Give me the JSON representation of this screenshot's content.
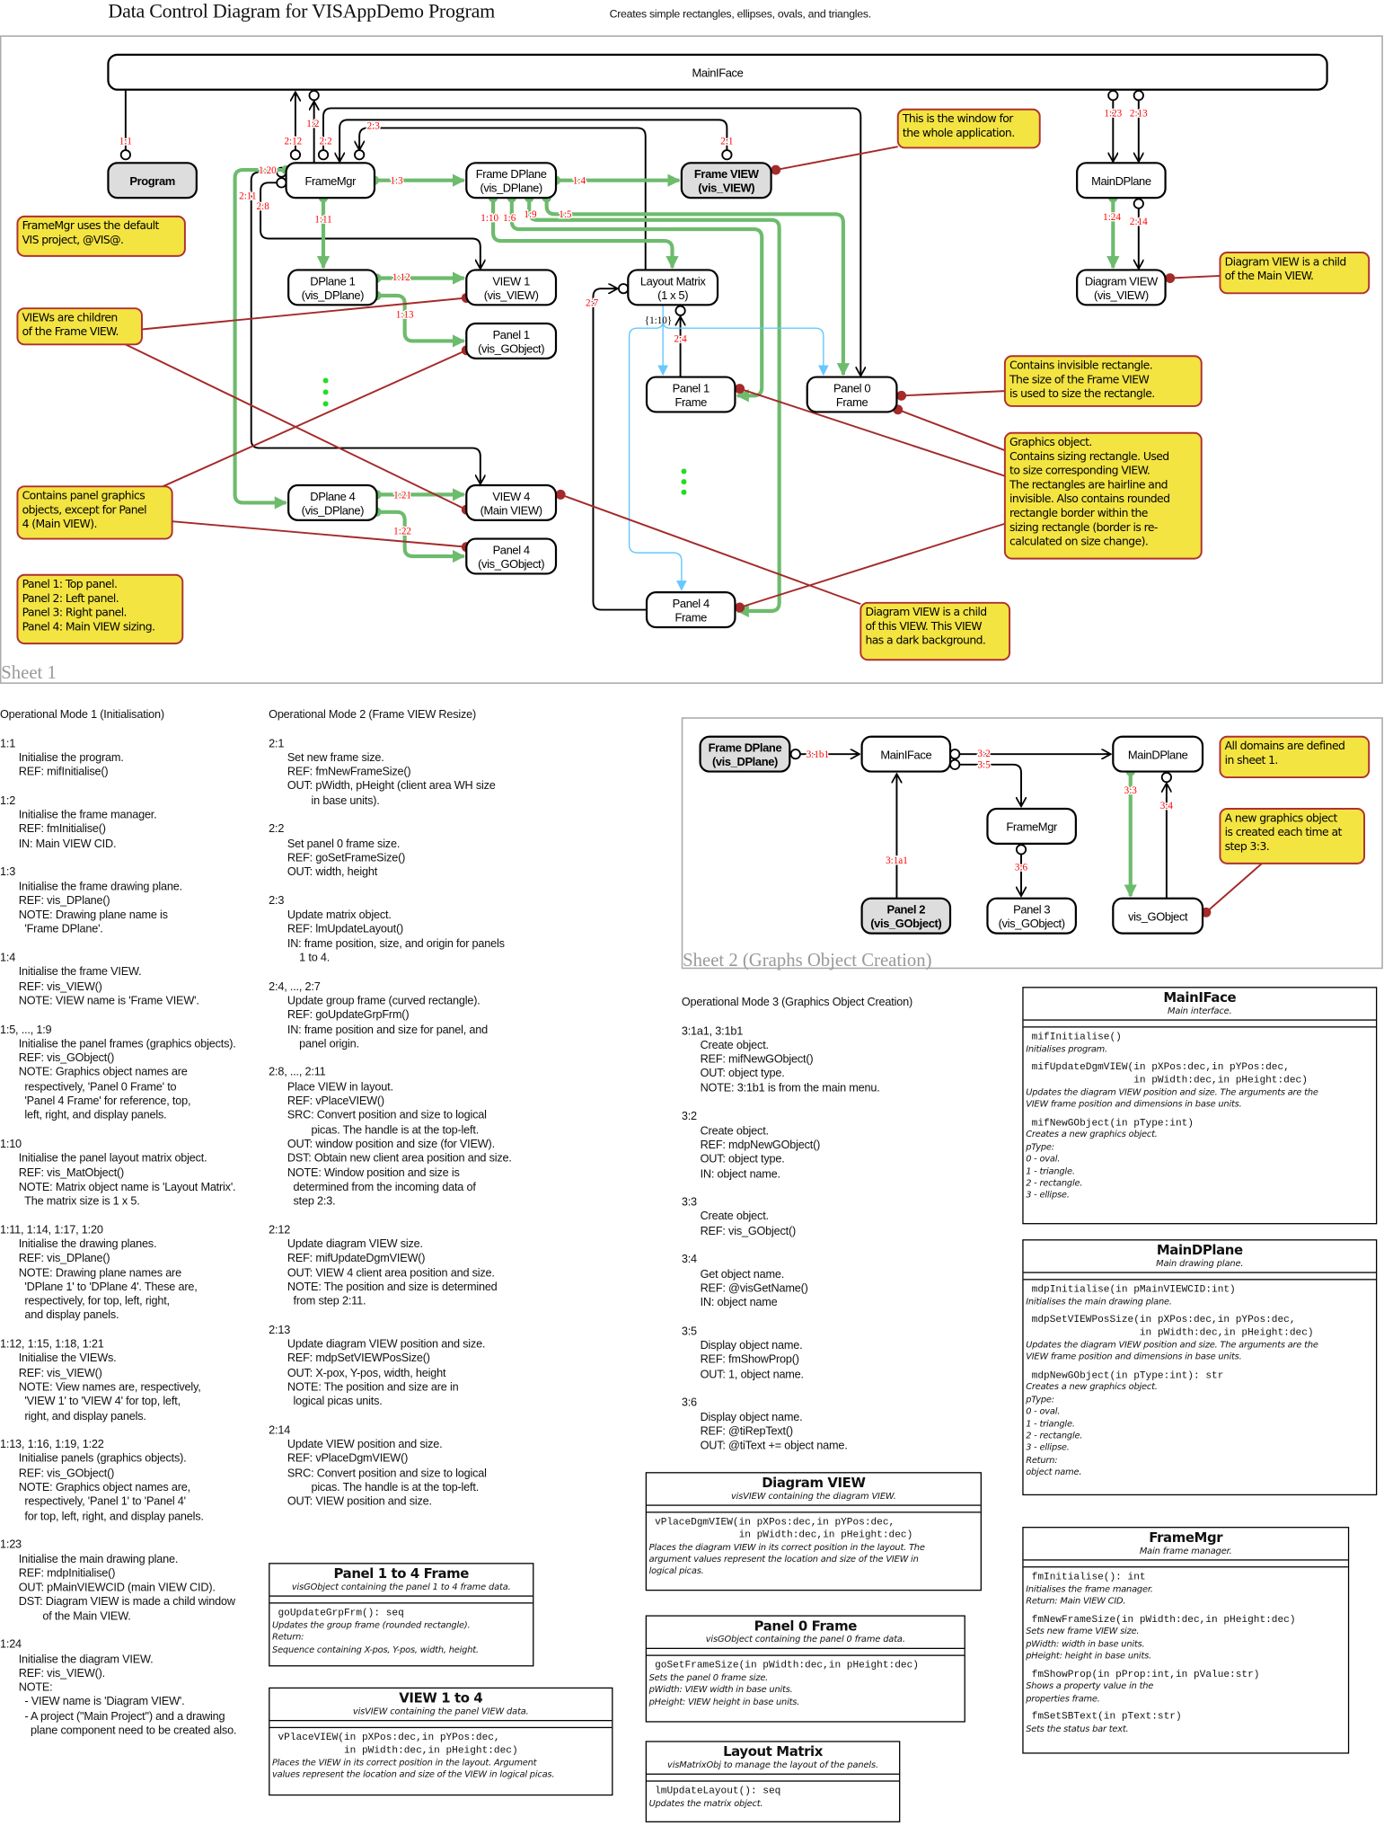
{
  "title": "Data Control Diagram for VISAppDemo Program",
  "subtitle": "Creates simple rectangles, ellipses, ovals, and triangles.",
  "colors": {
    "flow_green": "#6dbb6d",
    "note_fill": "#f3e442",
    "note_border": "#b03030",
    "link_red": "#a52a2a",
    "step_red": "#ff0000",
    "layout_blue": "#66c8ff",
    "node_gray": "#dddddd"
  },
  "sheet1": {
    "label": "Sheet 1",
    "nodes": {
      "mainiface": [
        "MainIFace"
      ],
      "program": [
        "Program"
      ],
      "framemgr": [
        "FrameMgr"
      ],
      "framedplane": [
        "Frame DPlane",
        "(vis_DPlane)"
      ],
      "frameview": [
        "Frame VIEW",
        "(vis_VIEW)"
      ],
      "maindplane": [
        "MainDPlane"
      ],
      "dplane1": [
        "DPlane 1",
        "(vis_DPlane)"
      ],
      "view1": [
        "VIEW 1",
        "(vis_VIEW)"
      ],
      "layoutmatrix": [
        "Layout Matrix",
        "(1 x 5)"
      ],
      "diagramview": [
        "Diagram VIEW",
        "(vis_VIEW)"
      ],
      "panel1": [
        "Panel 1",
        "(vis_GObject)"
      ],
      "panel1frame": [
        "Panel 1",
        "Frame"
      ],
      "panel0frame": [
        "Panel 0",
        "Frame"
      ],
      "dplane4": [
        "DPlane 4",
        "(vis_DPlane)"
      ],
      "view4": [
        "VIEW 4",
        "(Main VIEW)"
      ],
      "panel4": [
        "Panel 4",
        "(vis_GObject)"
      ],
      "panel4frame": [
        "Panel 4",
        "Frame"
      ]
    },
    "notes": {
      "window": [
        "This is the window for",
        "the whole application."
      ],
      "framemgr": [
        "FrameMgr uses the default",
        "VIS project, @VIS@."
      ],
      "views": [
        "VIEWs are children",
        "of the Frame VIEW."
      ],
      "diagramchild": [
        "Diagram VIEW is a child",
        "of the Main VIEW."
      ],
      "invisible": [
        "Contains invisible rectangle.",
        "The size of the Frame VIEW",
        "is used to size the rectangle."
      ],
      "graphics": [
        "Graphics object.",
        "Contains sizing rectangle. Used",
        "to size corresponding VIEW.",
        "The rectangles are hairline and",
        "invisible.  Also contains rounded",
        "rectangle border within the",
        "sizing rectangle (border is re-",
        "calculated on size change)."
      ],
      "panelobjs": [
        "Contains panel graphics",
        "objects, except for Panel",
        "4 (Main VIEW)."
      ],
      "panels": [
        "Panel 1: Top panel.",
        "Panel 2: Left panel.",
        "Panel 3: Right panel.",
        "Panel 4: Main VIEW sizing."
      ],
      "darkbg": [
        "Diagram VIEW is a child",
        "of this VIEW. This VIEW",
        "has a dark background."
      ]
    },
    "steps": {
      "s1_1": "1:1",
      "s2_12": "2:12",
      "s1_2": "1:2",
      "s2_2": "2:2",
      "s2_3": "2:3",
      "s2_1": "2:1",
      "s1_20": "1:20",
      "s2_11": "2:11",
      "s2_8": "2:8",
      "s1_3": "1:3",
      "s1_4": "1:4",
      "s1_11": "1:11",
      "s1_10": "1:10",
      "s1_6": "1:6",
      "s1_9": "1:9",
      "s1_5": "1:5",
      "s1_12": "1:12",
      "s1_13": "1:13",
      "s2_7": "2:7",
      "s2_4": "2:4",
      "s1_21": "1:21",
      "s1_22": "1:22",
      "s1_23": "1:23",
      "s2_13": "2:13",
      "s1_24": "1:24",
      "s2_14": "2:14"
    },
    "brace_label": "{1:10}"
  },
  "sheet2": {
    "label": "Sheet 2 (Graphs Object Creation)",
    "nodes": {
      "s2_framedplane": [
        "Frame DPlane",
        "(vis_DPlane)"
      ],
      "s2_mainiface": [
        "MainIFace"
      ],
      "s2_maindplane": [
        "MainDPlane"
      ],
      "s2_framemgr": [
        "FrameMgr"
      ],
      "s2_panel2": [
        "Panel 2",
        "(vis_GObject)"
      ],
      "s2_panel3": [
        "Panel 3",
        "(vis_GObject)"
      ],
      "s2_visgobject": [
        "vis_GObject"
      ]
    },
    "notes": {
      "domains": [
        "All domains are defined",
        "in sheet 1."
      ],
      "newobj": [
        "A new graphics object",
        "is created each time at",
        "step 3:3."
      ]
    },
    "steps": {
      "s3_1b1": "3:1b1",
      "s3_2": "3:2",
      "s3_5": "3:5",
      "s3_1a1": "3:1a1",
      "s3_6": "3:6",
      "s3_3": "3:3",
      "s3_4": "3:4"
    }
  },
  "modes": [
    {
      "header": "Operational Mode 1 (Initialisation)",
      "sections": [
        {
          "step": "1:1",
          "lines": [
            "Initialise the program.",
            "REF: mifInitialise()"
          ]
        },
        {
          "step": "1:2",
          "lines": [
            "Initialise the frame manager.",
            "REF: fmInitialise()",
            "IN: Main VIEW CID."
          ]
        },
        {
          "step": "1:3",
          "lines": [
            "Initialise the frame drawing plane.",
            "REF: vis_DPlane()",
            "NOTE: Drawing plane name is",
            "  'Frame DPlane'."
          ]
        },
        {
          "step": "1:4",
          "lines": [
            "Initialise the frame VIEW.",
            "REF: vis_VIEW()",
            "NOTE: VIEW name is 'Frame VIEW'."
          ]
        },
        {
          "step": "1:5, ..., 1:9",
          "lines": [
            "Initialise the panel frames (graphics objects).",
            "REF: vis_GObject()",
            "NOTE: Graphics object names are",
            "  respectively, 'Panel 0 Frame' to",
            "  'Panel 4 Frame' for reference, top,",
            "  left, right, and display panels."
          ]
        },
        {
          "step": "1:10",
          "lines": [
            "Initialise the panel layout matrix object.",
            "REF: vis_MatObject()",
            "NOTE: Matrix object name is 'Layout Matrix'.",
            "  The matrix size is 1 x 5."
          ]
        },
        {
          "step": "1:11, 1:14, 1:17, 1:20",
          "lines": [
            "Initialise the drawing planes.",
            "REF: vis_DPlane()",
            "NOTE: Drawing plane names are",
            "  'DPlane 1' to 'DPlane 4'. These are,",
            "  respectively, for top, left, right,",
            "  and display panels."
          ]
        },
        {
          "step": "1:12, 1:15, 1:18, 1:21",
          "lines": [
            "Initialise the VIEWs.",
            "REF: vis_VIEW()",
            "NOTE: View names are, respectively,",
            "  'VIEW 1' to 'VIEW 4' for top, left,",
            "  right, and display panels."
          ]
        },
        {
          "step": "1:13, 1:16, 1:19, 1:22",
          "lines": [
            "Initialise panels (graphics objects).",
            "REF: vis_GObject()",
            "NOTE: Graphics object names are,",
            "  respectively, 'Panel 1' to 'Panel 4'",
            "  for top, left, right, and display panels."
          ]
        },
        {
          "step": "1:23",
          "lines": [
            "Initialise the main drawing plane.",
            "REF: mdpInitialise()",
            "OUT: pMainVIEWCID (main VIEW CID).",
            "DST: Diagram VIEW is made a child window",
            "        of the Main VIEW."
          ]
        },
        {
          "step": "1:24",
          "lines": [
            "Initialise the diagram VIEW.",
            "REF: vis_VIEW().",
            "NOTE:",
            "  - VIEW name is 'Diagram VIEW'.",
            "  - A project (\"Main Project\") and a drawing",
            "    plane component need to be created also."
          ]
        }
      ]
    },
    {
      "header": "Operational Mode 2 (Frame VIEW Resize)",
      "sections": [
        {
          "step": "2:1",
          "lines": [
            "Set new frame size.",
            "REF: fmNewFrameSize()",
            "OUT: pWidth, pHeight (client area WH size",
            "        in base units)."
          ]
        },
        {
          "step": "2:2",
          "lines": [
            "Set panel 0 frame size.",
            "REF: goSetFrameSize()",
            "OUT: width, height"
          ]
        },
        {
          "step": "2:3",
          "lines": [
            "Update matrix object.",
            "REF: lmUpdateLayout()",
            "IN: frame position, size, and origin for panels",
            "    1 to 4."
          ]
        },
        {
          "step": "2:4, ..., 2:7",
          "lines": [
            "Update group frame (curved rectangle).",
            "REF: goUpdateGrpFrm()",
            "IN: frame position and size for panel, and",
            "    panel origin."
          ]
        },
        {
          "step": "2:8, ..., 2:11",
          "lines": [
            "Place VIEW in layout.",
            "REF: vPlaceVIEW()",
            "SRC: Convert position and size to logical",
            "        picas. The handle is at the top-left.",
            "OUT: window position and size (for VIEW).",
            "DST: Obtain new client area position and size.",
            "NOTE: Window position and size is",
            "  determined from the incoming data of",
            "  step 2:3."
          ]
        },
        {
          "step": "2:12",
          "lines": [
            "Update diagram VIEW size.",
            "REF: mifUpdateDgmVIEW()",
            "OUT: VIEW 4 client area position and size.",
            "NOTE: The position and size is determined",
            "  from step 2:11."
          ]
        },
        {
          "step": "2:13",
          "lines": [
            "Update diagram VIEW position and size.",
            "REF: mdpSetVIEWPosSize()",
            "OUT: X-pox, Y-pos, width, height",
            "NOTE: The position and size are in",
            "  logical picas units."
          ]
        },
        {
          "step": "2:14",
          "lines": [
            "Update VIEW position and size.",
            "REF: vPlaceDgmVIEW()",
            "SRC: Convert position and size to logical",
            "        picas. The handle is at the top-left.",
            "OUT: VIEW position and size."
          ]
        }
      ]
    },
    {
      "header": "Operational Mode 3 (Graphics Object Creation)",
      "sections": [
        {
          "step": "3:1a1, 3:1b1",
          "lines": [
            "Create object.",
            "REF: mifNewGObject()",
            "OUT: object type.",
            "NOTE: 3:1b1 is from the main menu."
          ]
        },
        {
          "step": "3:2",
          "lines": [
            "Create object.",
            "REF: mdpNewGObject()",
            "OUT: object type.",
            "IN: object name."
          ]
        },
        {
          "step": "3:3",
          "lines": [
            "Create object.",
            "REF: vis_GObject()"
          ]
        },
        {
          "step": "3:4",
          "lines": [
            "Get object name.",
            "REF: @visGetName()",
            "IN: object name"
          ]
        },
        {
          "step": "3:5",
          "lines": [
            "Display object name.",
            "REF: fmShowProp()",
            "OUT: 1, object name."
          ]
        },
        {
          "step": "3:6",
          "lines": [
            "Display object name.",
            "REF: @tiRepText()",
            "OUT: @tiText += object name."
          ]
        }
      ]
    }
  ],
  "classes": [
    {
      "key": "panel14",
      "title": "Panel 1 to 4 Frame",
      "subtitle": "visGObject containing the panel 1 to 4 frame data.",
      "methods": [
        {
          "sig": [
            "goUpdateGrpFrm(): seq"
          ],
          "desc": [
            "Updates the group frame (rounded rectangle).",
            "Return:",
            "Sequence containing X-pos, Y-pos, width, height."
          ]
        }
      ]
    },
    {
      "key": "view14",
      "title": "VIEW 1 to 4",
      "subtitle": "visVIEW containing the panel VIEW data.",
      "methods": [
        {
          "sig": [
            "vPlaceVIEW(in pXPos:dec,in pYPos:dec,",
            "           in pWidth:dec,in pHeight:dec)"
          ],
          "desc": [
            "Places the VIEW in its correct position in the layout. Argument",
            "values represent the location and size of the VIEW in logical picas."
          ]
        }
      ]
    },
    {
      "key": "diagramview",
      "title": "Diagram VIEW",
      "subtitle": "visVIEW containing the diagram VIEW.",
      "methods": [
        {
          "sig": [
            "vPlaceDgmVIEW(in pXPos:dec,in pYPos:dec,",
            "              in pWidth:dec,in pHeight:dec)"
          ],
          "desc": [
            "Places the diagram VIEW in its correct position in the layout. The",
            "argument values represent the location and size of the VIEW in",
            "logical picas."
          ]
        }
      ]
    },
    {
      "key": "panel0",
      "title": "Panel 0 Frame",
      "subtitle": "visGObject containing the panel 0 frame data.",
      "methods": [
        {
          "sig": [
            "goSetFrameSize(in pWidth:dec,in pHeight:dec)"
          ],
          "desc": [
            "Sets the panel 0 frame size.",
            "pWidth: VIEW  width in base units.",
            "pHeight: VIEW height in base units."
          ]
        }
      ]
    },
    {
      "key": "layoutmatrix",
      "title": "Layout Matrix",
      "subtitle": "visMatrixObj to manage the layout of the panels.",
      "methods": [
        {
          "sig": [
            "lmUpdateLayout(): seq"
          ],
          "desc": [
            "Updates the matrix object."
          ]
        }
      ]
    },
    {
      "key": "mainiface",
      "title": "MainIFace",
      "subtitle": "Main interface.",
      "methods": [
        {
          "sig": [
            "mifInitialise()"
          ],
          "desc": [
            "Initialises program."
          ]
        },
        {
          "sig": [
            "mifUpdateDgmVIEW(in pXPos:dec,in pYPos:dec,",
            "                 in pWidth:dec,in pHeight:dec)"
          ],
          "desc": [
            "Updates the diagram VIEW position and size. The arguments are the",
            "VIEW frame position and dimensions in base units."
          ]
        },
        {
          "sig": [
            "mifNewGObject(in pType:int)"
          ],
          "desc": [
            "Creates a new graphics object.",
            "pType:",
            "0 - oval.",
            "1 - triangle.",
            "2 - rectangle.",
            "3 - ellipse."
          ]
        }
      ]
    },
    {
      "key": "maindplane",
      "title": "MainDPlane",
      "subtitle": "Main drawing plane.",
      "methods": [
        {
          "sig": [
            "mdpInitialise(in pMainVIEWCID:int)"
          ],
          "desc": [
            "Initialises the main drawing plane."
          ]
        },
        {
          "sig": [
            "mdpSetVIEWPosSize(in pXPos:dec,in pYPos:dec,",
            "                  in pWidth:dec,in pHeight:dec)"
          ],
          "desc": [
            "Updates the diagram VIEW position and size. The arguments are the",
            "VIEW frame position and dimensions in base units."
          ]
        },
        {
          "sig": [
            "mdpNewGObject(in pType:int): str"
          ],
          "desc": [
            "Creates a new graphics object.",
            "pType:",
            "0 - oval.",
            "1 - triangle.",
            "2 - rectangle.",
            "3 - ellipse.",
            "Return:",
            "object name."
          ]
        }
      ]
    },
    {
      "key": "framemgr",
      "title": "FrameMgr",
      "subtitle": "Main frame manager.",
      "methods": [
        {
          "sig": [
            "fmInitialise(): int"
          ],
          "desc": [
            "Initialises the frame manager.",
            "Return: Main VIEW CID."
          ]
        },
        {
          "sig": [
            "fmNewFrameSize(in pWidth:dec,in pHeight:dec)"
          ],
          "desc": [
            "Sets new frame VIEW size.",
            "pWidth: width in base units.",
            "pHeight: height in base units."
          ]
        },
        {
          "sig": [
            "fmShowProp(in pProp:int,in pValue:str)"
          ],
          "desc": [
            "Shows a property value in the",
            "properties frame."
          ]
        },
        {
          "sig": [
            "fmSetSBText(in pText:str)"
          ],
          "desc": [
            "Sets the status bar text."
          ]
        }
      ]
    }
  ]
}
